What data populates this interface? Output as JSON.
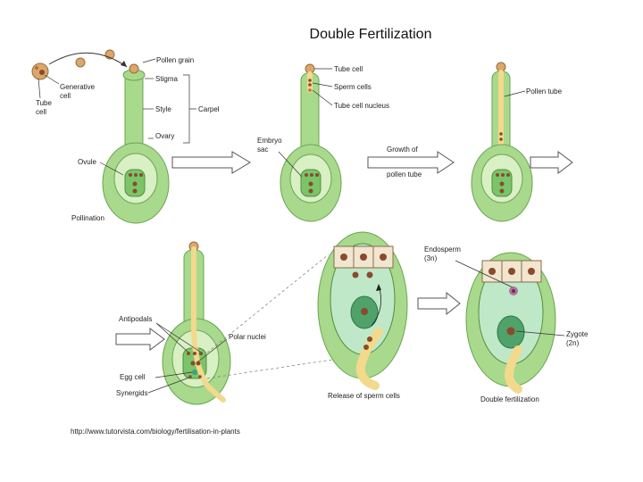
{
  "title": "Double Fertilization",
  "source": "http://www.tutorvista.com/biology/fertilisation-in-plants",
  "labels": {
    "pollen_grain": "Pollen grain",
    "generative_cell": [
      "Generative",
      "cell"
    ],
    "tube_cell": [
      "Tube",
      "cell"
    ],
    "stigma": "Stigma",
    "style": "Style",
    "ovary": "Ovary",
    "carpel": "Carpel",
    "ovule": "Ovule",
    "pollination": "Pollination",
    "tube_cell_2": "Tube cell",
    "sperm_cells": "Sperm cells",
    "tube_cell_nucleus": "Tube cell nucleus",
    "embryo_sac": [
      "Embryo",
      "sac"
    ],
    "growth_of": "Growth of",
    "pollen_tube_caption": "pollen tube",
    "pollen_tube": "Pollen tube",
    "antipodals": "Antipodals",
    "polar_nuclei": "Polar nuclei",
    "egg_cell": "Egg cell",
    "synergids": "Synergids",
    "release_of_sperm_cells": "Release of sperm cells",
    "endosperm": [
      "Endosperm",
      "(3n)"
    ],
    "zygote": [
      "Zygote",
      "(2n)"
    ],
    "double_fertilization": "Double fertilization"
  },
  "colors": {
    "tissue": "#a9d98c",
    "tissue_stroke": "#6aa552",
    "sac": "#d8f0c4",
    "tube": "#f3d98c",
    "cell_nucleus": "#8a4a2e",
    "pollen": "#d9a86a"
  }
}
